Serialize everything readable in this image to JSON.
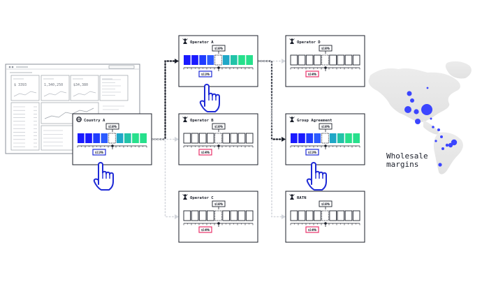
{
  "colors": {
    "ink": "#1b1f2a",
    "blue_dark": "#1a1aff",
    "blue": "#2c5bff",
    "teal": "#1fa7c7",
    "green": "#27e08c",
    "highlight_blue": "#1f2bd6",
    "highlight_red": "#e8336b",
    "connector_faint": "#d3d6dc",
    "map_land": "#e7e7e7",
    "map_dot": "#3b45ff"
  },
  "dashboard": {
    "kpis": [
      "$ 3393",
      "1,340,250",
      "$34,380"
    ],
    "icons": [
      "bar-chart-icon",
      "line-chart-icon",
      "table-icon"
    ]
  },
  "cards": [
    {
      "id": "country-a",
      "label": "Country A",
      "icon": "globe-icon",
      "price": "$16Mh",
      "below": "$11Mh",
      "below_style": "blue",
      "bar_style": "gradient",
      "hand": true
    },
    {
      "id": "operator-a",
      "label": "Operator A",
      "icon": "operator-icon",
      "price": "$16Mh",
      "below": "$11Mh",
      "below_style": "blue",
      "bar_style": "gradient",
      "hand": true
    },
    {
      "id": "operator-b",
      "label": "Operator B",
      "icon": "operator-icon",
      "price": "$16Mh",
      "below": "$14Mh",
      "below_style": "red",
      "bar_style": "outline",
      "hand": false
    },
    {
      "id": "operator-c",
      "label": "Operator C",
      "icon": "operator-icon",
      "price": "$16Mh",
      "below": "$14Mh",
      "below_style": "red",
      "bar_style": "outline",
      "hand": false
    },
    {
      "id": "operator-d",
      "label": "Operator D",
      "icon": "operator-icon",
      "price": "$16Mh",
      "below": "$14Mh",
      "below_style": "red",
      "bar_style": "outline",
      "hand": false
    },
    {
      "id": "group-agreement",
      "label": "Group Agreement",
      "icon": "operator-icon",
      "price": "$16Mh",
      "below": "$11Mh",
      "below_style": "blue",
      "bar_style": "gradient",
      "hand": true
    },
    {
      "id": "ratn",
      "label": "RATN",
      "icon": "operator-icon",
      "price": "$16Mh",
      "below": "$14Mh",
      "below_style": "red",
      "bar_style": "outline",
      "hand": false
    }
  ],
  "connectors": [
    {
      "from": "country-a",
      "to": "operator-a",
      "style": "active"
    },
    {
      "from": "country-a",
      "to": "operator-b",
      "style": "faint"
    },
    {
      "from": "country-a",
      "to": "operator-c",
      "style": "faint"
    },
    {
      "from": "operator-a",
      "to": "operator-d",
      "style": "faint"
    },
    {
      "from": "operator-a",
      "to": "group-agreement",
      "style": "active"
    },
    {
      "from": "operator-a",
      "to": "ratn",
      "style": "faint"
    }
  ],
  "map": {
    "label_line1": "Wholesale",
    "label_line2": "margins"
  }
}
